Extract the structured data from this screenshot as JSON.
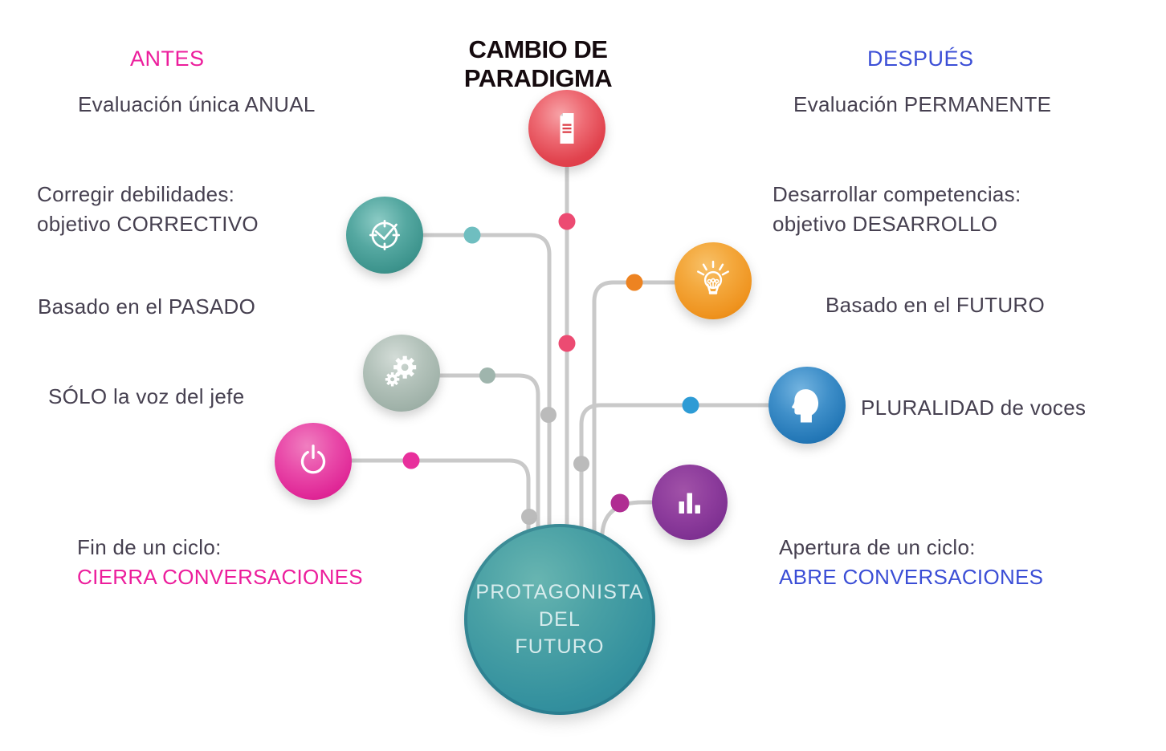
{
  "title": "CAMBIO DE PARADIGMA",
  "columns": {
    "before": {
      "label": "ANTES",
      "accent_color": "#EC1E9C",
      "items": {
        "evaluation": "Evaluación única ANUAL",
        "objective_line1": "Corregir debilidades:",
        "objective_line2": "objetivo CORRECTIVO",
        "basis": "Basado en el PASADO",
        "voice": "SÓLO la voz del jefe",
        "cycle_line1": "Fin de un ciclo:",
        "cycle_line2": "CIERRA CONVERSACIONES"
      }
    },
    "after": {
      "label": "DESPUÉS",
      "accent_color": "#3B4ED6",
      "items": {
        "evaluation": "Evaluación PERMANENTE",
        "objective_line1": "Desarrollar competencias:",
        "objective_line2": "objetivo DESARROLLO",
        "basis": "Basado en el FUTURO",
        "voice": "PLURALIDAD de voces",
        "cycle_line1": "Apertura de un ciclo:",
        "cycle_line2": "ABRE CONVERSACIONES"
      }
    }
  },
  "center": {
    "line1": "PROTAGONISTA",
    "line2": "DEL",
    "line3": "FUTURO",
    "circle_color": "#2E8A9B"
  },
  "nodes": [
    {
      "icon": "document-icon",
      "circle_color": "#E2434E",
      "dot_color": "#EC4B72"
    },
    {
      "icon": "clock-icon",
      "circle_color": "#3F948D",
      "dot_color": "#6FBEC0"
    },
    {
      "icon": "lightbulb-icon",
      "circle_color": "#EF9420",
      "dot_color": "#ED8321"
    },
    {
      "icon": "gears-icon",
      "circle_color": "#A0B2A9",
      "dot_color": "#9FB5AD"
    },
    {
      "icon": "head-profile-icon",
      "circle_color": "#2478B7",
      "dot_color": "#2D9BD5"
    },
    {
      "icon": "power-icon",
      "circle_color": "#E02897",
      "dot_color": "#E8309C"
    },
    {
      "icon": "bar-chart-icon",
      "circle_color": "#7F3192",
      "dot_color": "#B02D92"
    }
  ],
  "text_color": "#464050",
  "connector_color": "#C9C9C9",
  "junction_dot_color": "#BBBBBB"
}
